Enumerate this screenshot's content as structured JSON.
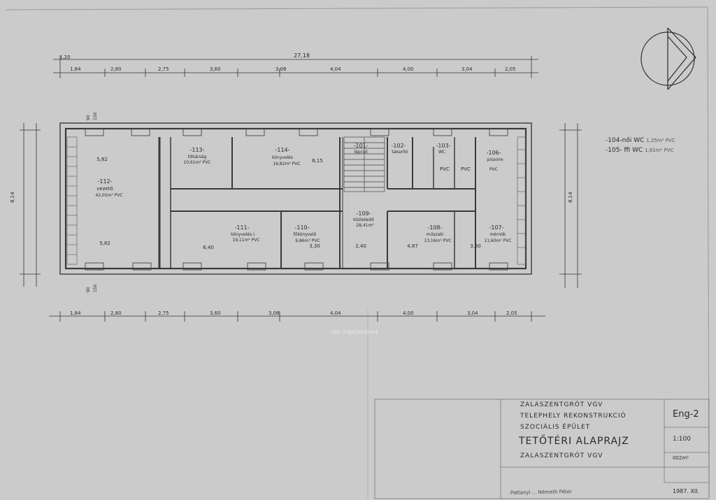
{
  "plan": {
    "top_total": "27,18",
    "top_small": "1,20",
    "top_dims": [
      "1,84",
      "2,80",
      "2,75",
      "3,60",
      "3,06",
      "4,04",
      "4,00",
      "3,04",
      "2,05"
    ],
    "bottom_dims": [
      "1,84",
      "2,80",
      "2,75",
      "3,60",
      "3,06",
      "4,04",
      "4,00",
      "3,04",
      "2,05"
    ],
    "side_total": "8,14",
    "rooms": [
      {
        "id": "-112-",
        "name": "vezető",
        "area": "42,05m² PVC"
      },
      {
        "id": "-113-",
        "name": "titkárság",
        "area": "10,61m² PVC"
      },
      {
        "id": "-114-",
        "name": "könyvelés",
        "area": "16,82m² PVC"
      },
      {
        "id": "-101-",
        "name": "lépcső",
        "area": ""
      },
      {
        "id": "-102-",
        "name": "takarító",
        "area": ""
      },
      {
        "id": "-103-",
        "name": "WC",
        "area": ""
      },
      {
        "id": "-106-",
        "name": "pissoire",
        "area": "PVC"
      },
      {
        "id": "-111-",
        "name": "könyvelés I.",
        "area": "19,11m² PVC"
      },
      {
        "id": "-110-",
        "name": "főkönyvelő",
        "area": "9,86m² PVC"
      },
      {
        "id": "-109-",
        "name": "közlekedő",
        "area": "28,41m²"
      },
      {
        "id": "-108-",
        "name": "műszaki",
        "area": "13,16m² PVC"
      },
      {
        "id": "-107-",
        "name": "mérnök",
        "area": "11,60m² PVC"
      }
    ],
    "labels": {
      "w582": "5,82",
      "w582b": "5,82",
      "d615": "6,15",
      "d640": "6,40",
      "d330": "3,30",
      "d240": "2,40",
      "d487": "4,87",
      "d360": "3,60",
      "pvc1": "PVC",
      "pvc2": "PVC",
      "w90": "90",
      "w150": "150"
    }
  },
  "legend": [
    {
      "text": "-104-női WC",
      "sub": "1,25m² PVC"
    },
    {
      "text": "-105- ffi WC",
      "sub": "1,61m² PVC"
    }
  ],
  "title_block": {
    "line1": "ZALASZENTGRÓT VGV",
    "line2": "TELEPHELY REKONSTRUKCIÓ",
    "line3": "SZOCIÁLIS ÉPÜLET",
    "line4": "TETŐTÉRI ALAPRAJZ",
    "line5": "ZALASZENTGRÓT VGV",
    "sheet_no": "Eng-2",
    "scale": "1:100",
    "area": "002m²",
    "date": "1987. XII."
  },
  "watermark": "otp ingatlanpont",
  "signature": "Pattanyi ... Németh Péter",
  "colors": {
    "paper": "#cbcbcb",
    "ink": "#2a2a2a",
    "wall": "#3a3a3a"
  }
}
